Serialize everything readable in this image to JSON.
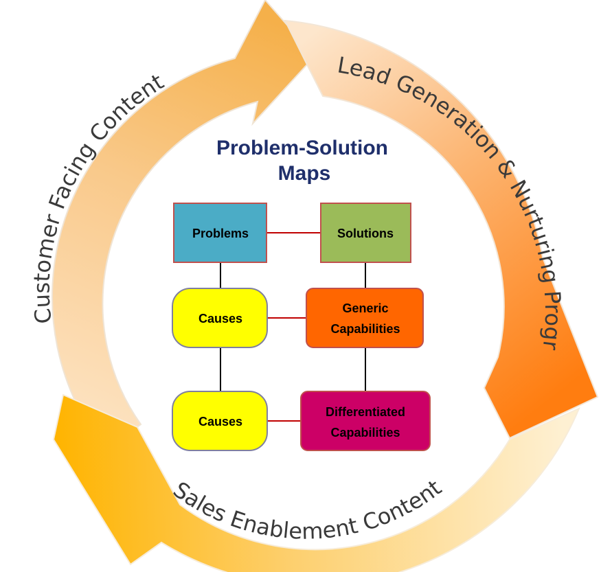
{
  "title": {
    "line1": "Problem-Solution",
    "line2": "Maps"
  },
  "cycle": {
    "top_right": "Lead Generation & Nurturing Programs",
    "bottom": "Sales Enablement Content",
    "left": "Customer Facing Content"
  },
  "boxes": {
    "problems": "Problems",
    "solutions": "Solutions",
    "causes_1": "Causes",
    "causes_2": "Causes",
    "generic_line1": "Generic",
    "generic_line2": "Capabilities",
    "diff_line1": "Differentiated",
    "diff_line2": "Capabilities"
  },
  "colors": {
    "problems_fill": "#4bacc6",
    "solutions_fill": "#9bbb59",
    "causes_fill": "#ffff00",
    "generic_fill": "#ff6600",
    "diff_fill": "#cc0066",
    "box_border": "#c0504d",
    "arrow_orange": "#ff8a1a",
    "arrow_amber": "#ffc030",
    "arrow_gold": "#f6b04a"
  }
}
